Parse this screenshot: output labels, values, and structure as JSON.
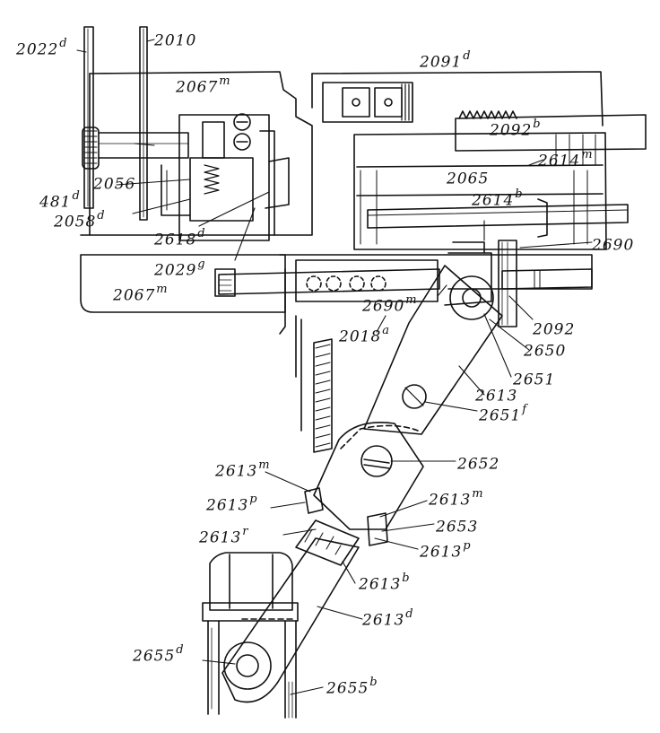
{
  "figure": {
    "line_color": "#111111",
    "labels": [
      {
        "id": "2022d",
        "base": "2022",
        "sup": "d"
      },
      {
        "id": "2010",
        "base": "2010",
        "sup": ""
      },
      {
        "id": "2067m-top",
        "base": "2067",
        "sup": "m"
      },
      {
        "id": "2091d",
        "base": "2091",
        "sup": "d"
      },
      {
        "id": "2092b",
        "base": "2092",
        "sup": "b"
      },
      {
        "id": "2614m",
        "base": "2614",
        "sup": "m"
      },
      {
        "id": "2056",
        "base": "2056",
        "sup": ""
      },
      {
        "id": "2065",
        "base": "2065",
        "sup": ""
      },
      {
        "id": "481d",
        "base": "481",
        "sup": "d"
      },
      {
        "id": "2614b",
        "base": "2614",
        "sup": "b"
      },
      {
        "id": "2058d",
        "base": "2058",
        "sup": "d"
      },
      {
        "id": "2618d",
        "base": "2618",
        "sup": "d"
      },
      {
        "id": "2690",
        "base": "2690",
        "sup": ""
      },
      {
        "id": "2029g",
        "base": "2029",
        "sup": "g"
      },
      {
        "id": "2067m-bottom",
        "base": "2067",
        "sup": "m"
      },
      {
        "id": "2690m",
        "base": "2690",
        "sup": "m"
      },
      {
        "id": "2092",
        "base": "2092",
        "sup": ""
      },
      {
        "id": "2018a",
        "base": "2018",
        "sup": "a"
      },
      {
        "id": "2650",
        "base": "2650",
        "sup": ""
      },
      {
        "id": "2651",
        "base": "2651",
        "sup": ""
      },
      {
        "id": "2613",
        "base": "2613",
        "sup": ""
      },
      {
        "id": "2651f",
        "base": "2651",
        "sup": "f"
      },
      {
        "id": "2652",
        "base": "2652",
        "sup": ""
      },
      {
        "id": "2613m-left",
        "base": "2613",
        "sup": "m"
      },
      {
        "id": "2613p-left",
        "base": "2613",
        "sup": "p"
      },
      {
        "id": "2613m-right",
        "base": "2613",
        "sup": "m"
      },
      {
        "id": "2653",
        "base": "2653",
        "sup": ""
      },
      {
        "id": "2613r",
        "base": "2613",
        "sup": "r"
      },
      {
        "id": "2613p-right",
        "base": "2613",
        "sup": "p"
      },
      {
        "id": "2613b",
        "base": "2613",
        "sup": "b"
      },
      {
        "id": "2613d",
        "base": "2613",
        "sup": "d"
      },
      {
        "id": "2655d",
        "base": "2655",
        "sup": "d"
      },
      {
        "id": "2655b",
        "base": "2655",
        "sup": "b"
      }
    ]
  }
}
